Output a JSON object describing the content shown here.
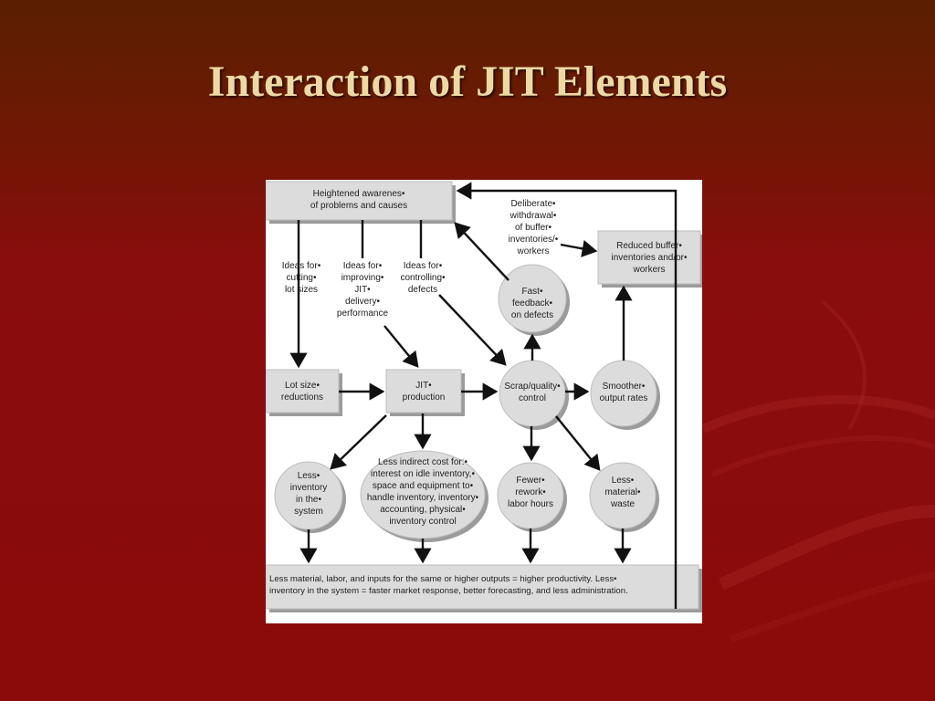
{
  "slide": {
    "title": "Interaction of JIT Elements"
  },
  "diagram": {
    "heightened": "Heightened awarenes•\nof problems and causes",
    "deliberate": "Deliberate•\nwithdrawal•\nof buffer•\ninventories/•\nworkers",
    "reduced_buffer": "Reduced buffer•\ninventories and/or•\nworkers",
    "ideas_lot": "Ideas for•\ncutting•\nlot sizes",
    "ideas_jit": "Ideas for•\nimproving•\nJIT•\ndelivery•\nperformance",
    "ideas_defects": "Ideas for•\ncontrolling•\ndefects",
    "fast_feedback": "Fast•\nfeedback•\non defects",
    "lot_size": "Lot size•\nreductions",
    "jit_production": "JIT•\nproduction",
    "scrap_quality": "Scrap/quality•\ncontrol",
    "smoother": "Smoother•\noutput rates",
    "less_inventory": "Less•\ninventory\nin the•\nsystem",
    "less_indirect": "Less indirect cost for:•\ninterest on idle inventory,•\nspace and equipment to•\nhandle inventory, inventory•\naccounting, physical•\ninventory control",
    "fewer_rework": "Fewer•\nrework•\nlabor hours",
    "less_waste": "Less•\nmaterial•\nwaste",
    "bottom": "Less material, labor, and inputs for the same or higher outputs = higher productivity. Less•\ninventory in the system = faster market response, better forecasting, and less administration."
  }
}
